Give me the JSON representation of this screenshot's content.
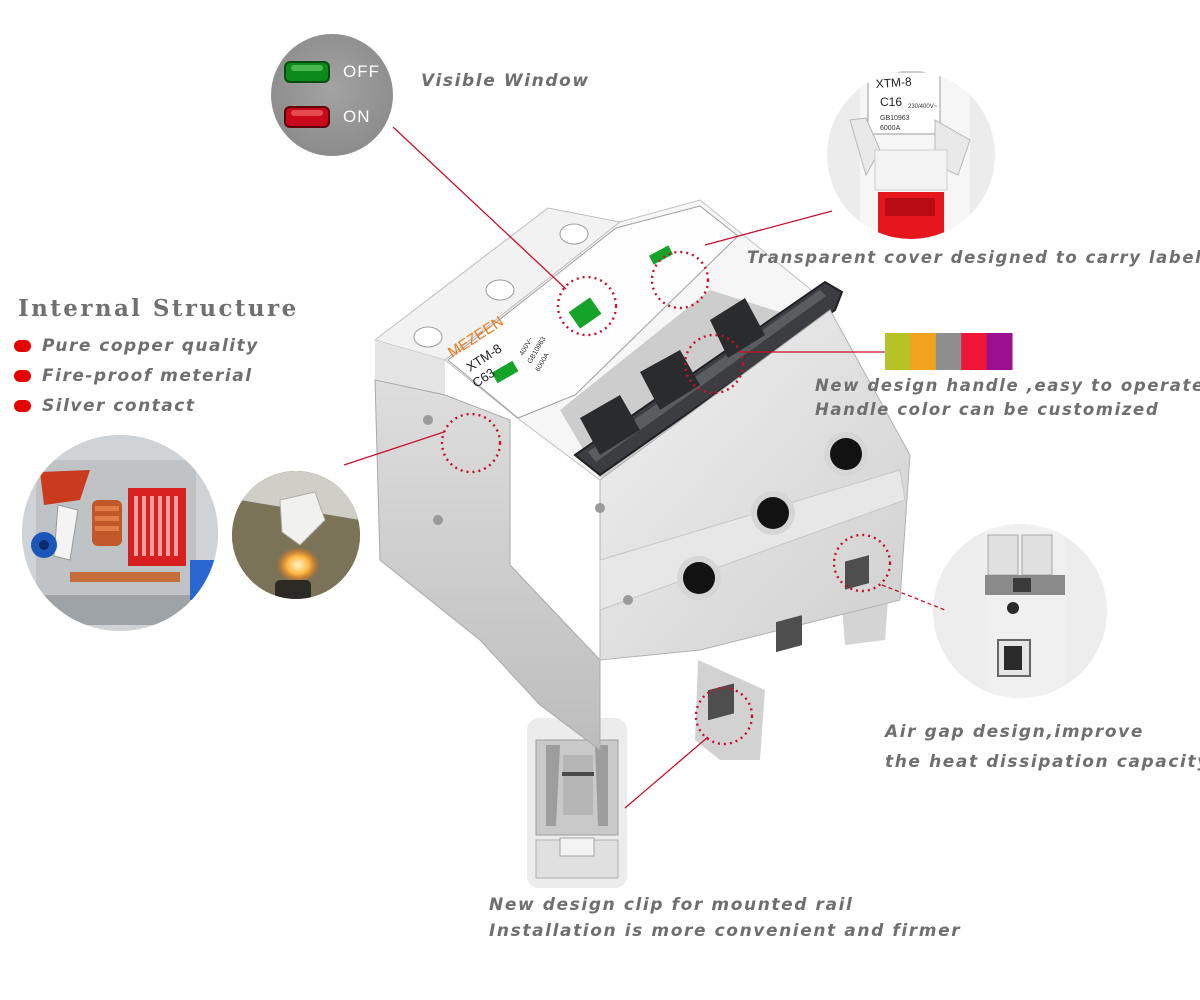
{
  "switch_window": {
    "off_label": "OFF",
    "on_label": "ON"
  },
  "captions": {
    "visible_window": "Visible Window",
    "transparent_cover": "Transparent cover designed to carry label",
    "handle_line1": "New design handle ,easy to operate",
    "handle_line2": "Handle color can be customized",
    "air_gap_line1": "Air gap design,improve",
    "air_gap_line2": "the heat dissipation capacity",
    "clip_line1": "New design clip for mounted rail",
    "clip_line2": "Installation is more convenient and firmer"
  },
  "internal_structure": {
    "heading": "Internal Structure",
    "items": [
      {
        "label": "Pure copper quality"
      },
      {
        "label": "Fire-proof meterial"
      },
      {
        "label": "Silver contact"
      }
    ]
  },
  "breaker_label": {
    "brand": "MEZEEN",
    "model": "XTM-8",
    "rating": "C63",
    "spec_lines": [
      "400V~",
      "GB10963",
      "6000A"
    ]
  },
  "cover_detail_label": {
    "model": "XTM-8",
    "rating": "C16",
    "spec_lines": [
      "230/400V~",
      "GB10963",
      "6000A"
    ]
  },
  "handle_colors": [
    "#b6c226",
    "#f2a31d",
    "#8e8e8e",
    "#ee1537",
    "#9c0f8e"
  ],
  "colors": {
    "accent": "#e60000",
    "caption": "#6f6f6f"
  }
}
